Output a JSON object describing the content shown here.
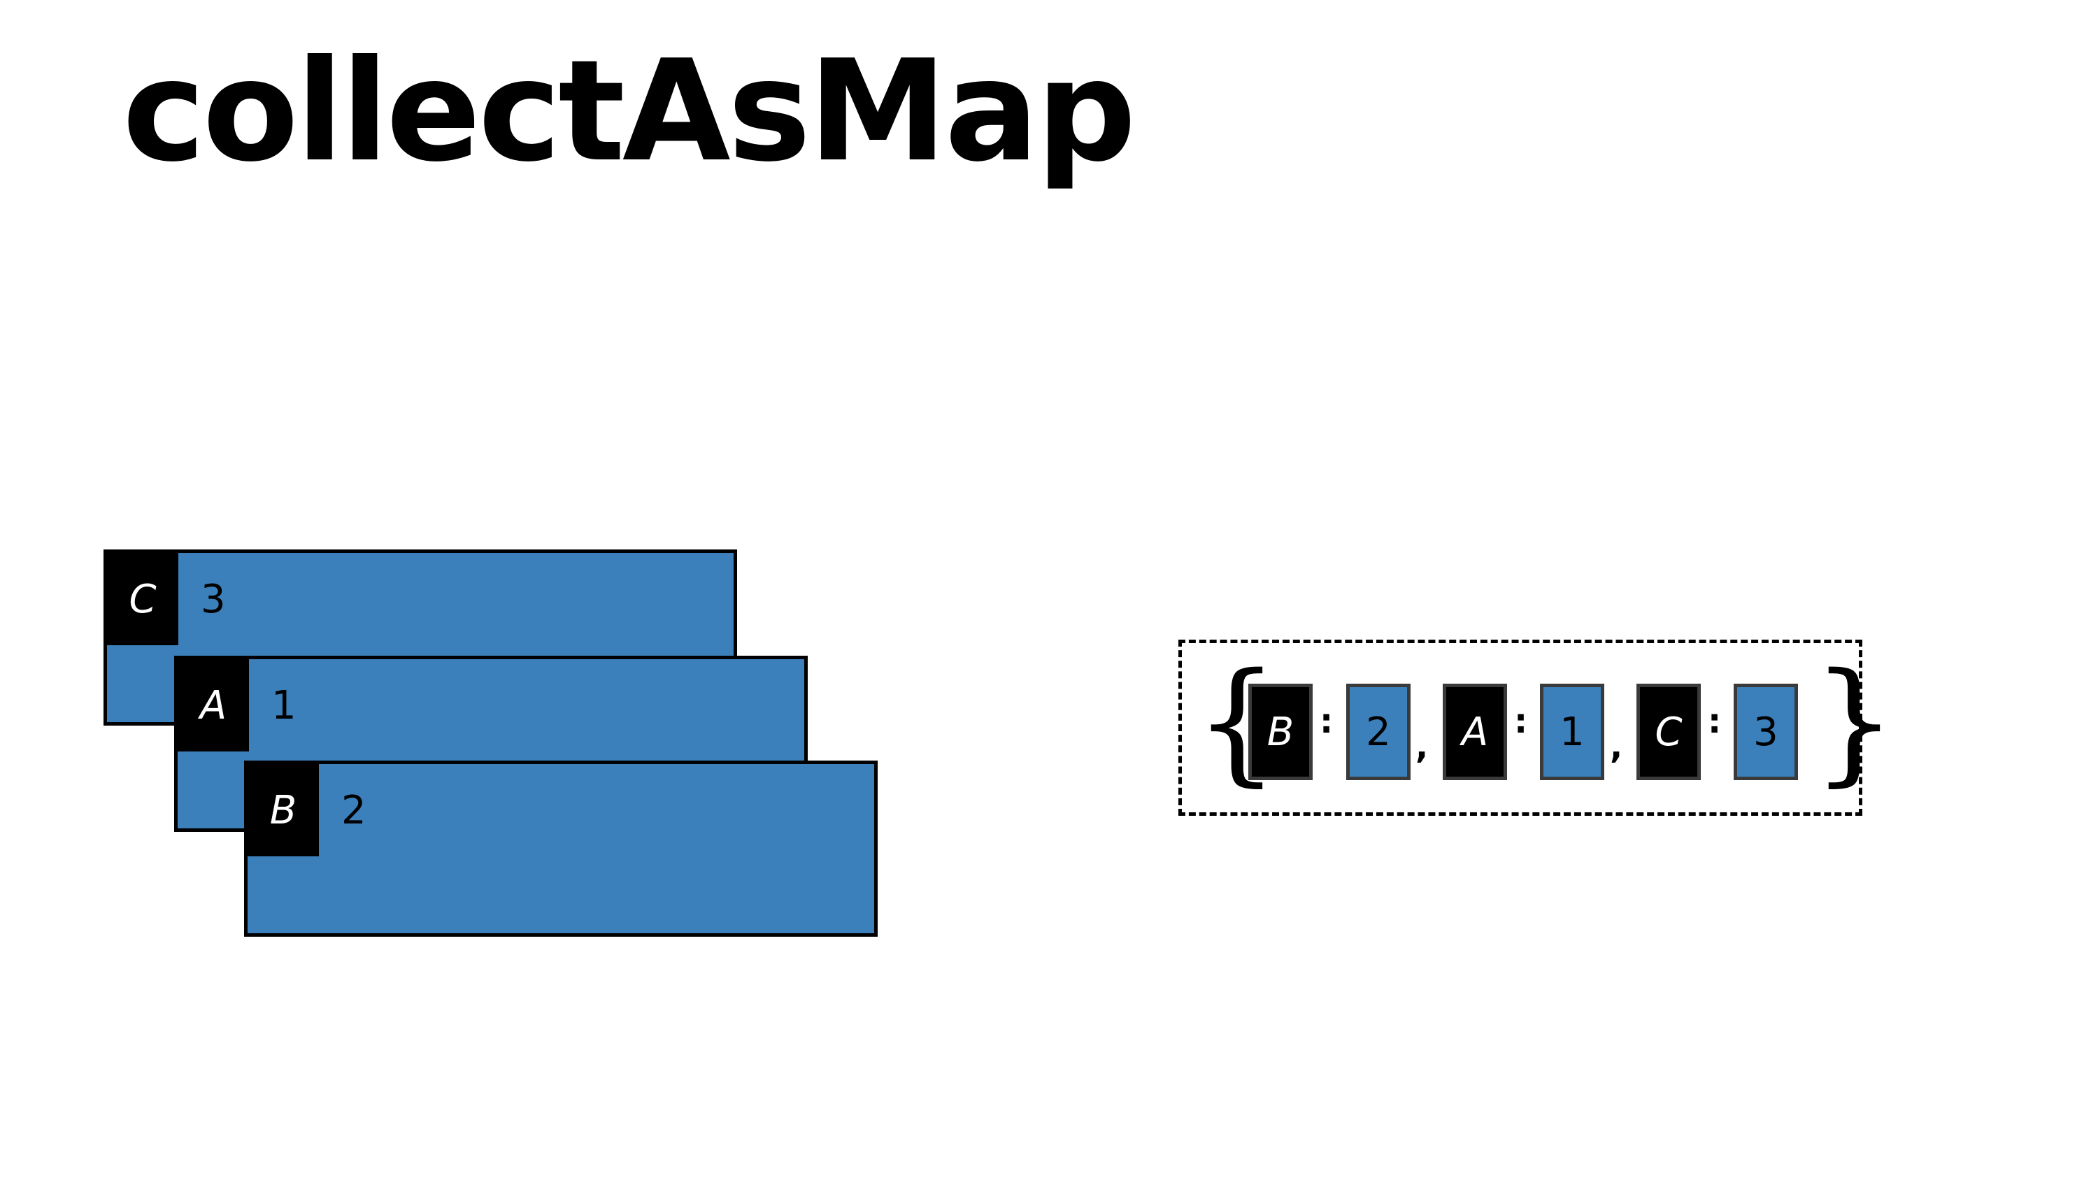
{
  "title": "collectAsMap",
  "colors": {
    "value_blue": "#3b80bb",
    "key_black": "#000000",
    "background": "#ffffff"
  },
  "records": [
    {
      "key": "C",
      "value": "3"
    },
    {
      "key": "A",
      "value": "1"
    },
    {
      "key": "B",
      "value": "2"
    }
  ],
  "map": {
    "open": "{",
    "close": "}",
    "colon": ":",
    "comma": ",",
    "entries": [
      {
        "key": "B",
        "value": "2"
      },
      {
        "key": "A",
        "value": "1"
      },
      {
        "key": "C",
        "value": "3"
      }
    ]
  }
}
